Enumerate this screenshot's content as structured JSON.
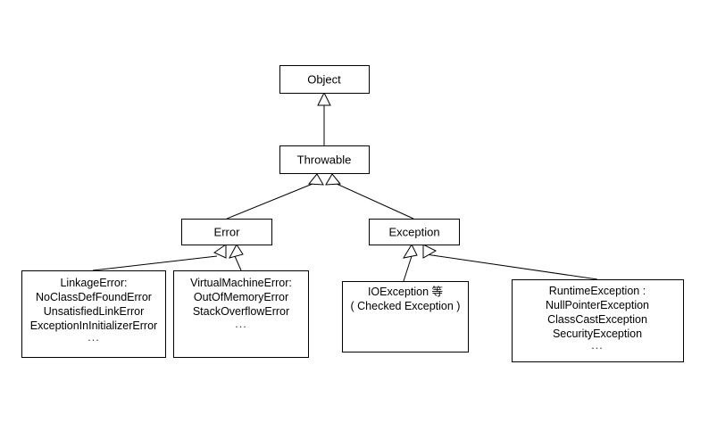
{
  "diagram": {
    "type": "uml-class-hierarchy",
    "title": "Java Throwable hierarchy",
    "background_color": "#ffffff",
    "line_color": "#000000",
    "text_color": "#000000",
    "relationship": "generalization",
    "nodes": {
      "object": {
        "label": "Object"
      },
      "throwable": {
        "label": "Throwable"
      },
      "error": {
        "label": "Error"
      },
      "exception": {
        "label": "Exception"
      },
      "linkage_error": {
        "lines": [
          "LinkageError:",
          "NoClassDefFoundError",
          "UnsatisfiedLinkError",
          "ExceptionInInitializerError"
        ],
        "ellipsis": "..."
      },
      "virtual_machine_error": {
        "lines": [
          "VirtualMachineError:",
          "OutOfMemoryError",
          "StackOverflowError"
        ],
        "ellipsis": "..."
      },
      "io_exception": {
        "lines": [
          "IOException 等",
          "( Checked Exception )"
        ],
        "ellipsis": ""
      },
      "runtime_exception": {
        "lines": [
          "RuntimeException :",
          "NullPointerException",
          "ClassCastException",
          "SecurityException"
        ],
        "ellipsis": "..."
      }
    },
    "edges": [
      {
        "from": "throwable",
        "to": "object"
      },
      {
        "from": "error",
        "to": "throwable"
      },
      {
        "from": "exception",
        "to": "throwable"
      },
      {
        "from": "linkage_error",
        "to": "error"
      },
      {
        "from": "virtual_machine_error",
        "to": "error"
      },
      {
        "from": "io_exception",
        "to": "exception"
      },
      {
        "from": "runtime_exception",
        "to": "exception"
      }
    ]
  }
}
